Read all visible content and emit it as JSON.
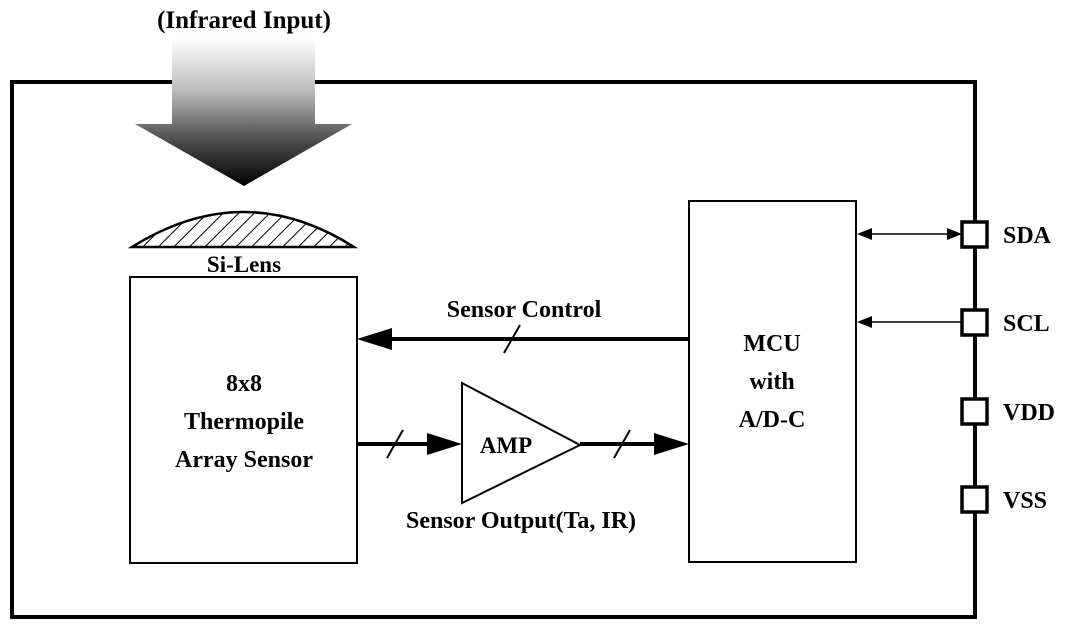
{
  "labels": {
    "infrared_input": "(Infrared Input)",
    "si_lens": "Si-Lens",
    "sensor_line1": "8x8",
    "sensor_line2": "Thermopile",
    "sensor_line3": "Array Sensor",
    "amp": "AMP",
    "mcu_line1": "MCU",
    "mcu_line2": "with",
    "mcu_line3": "A/D-C",
    "sensor_control": "Sensor Control",
    "sensor_output": "Sensor Output(Ta, IR)"
  },
  "pins": {
    "sda": "SDA",
    "scl": "SCL",
    "vdd": "VDD",
    "vss": "VSS"
  }
}
